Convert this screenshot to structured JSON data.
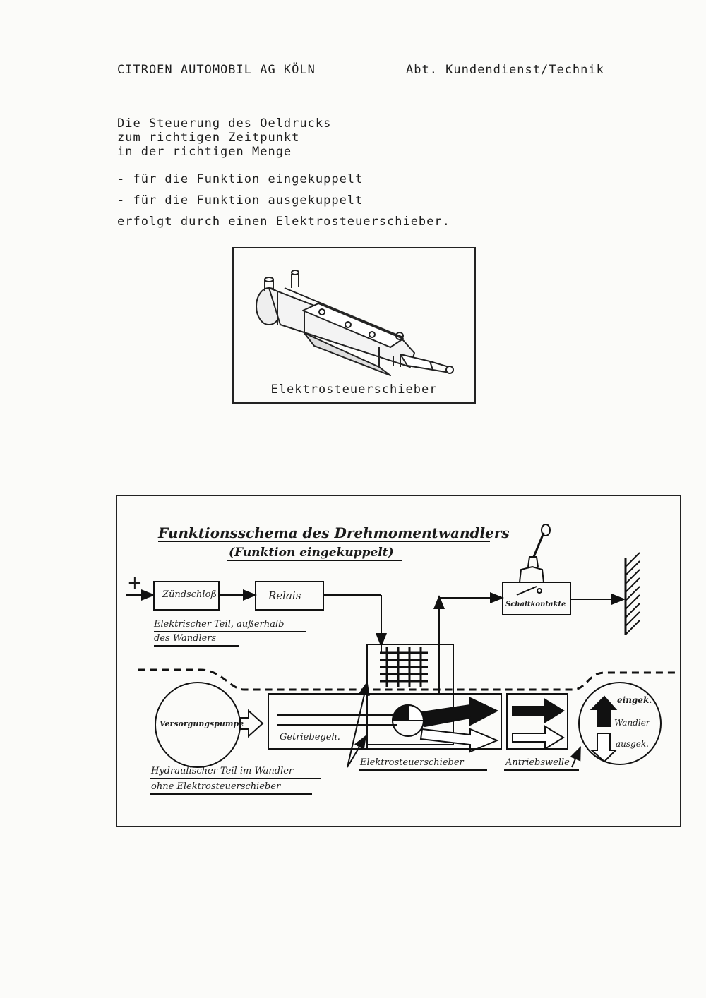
{
  "header": {
    "company": "CITROEN AUTOMOBIL AG KÖLN",
    "department": "Abt. Kundendienst/Technik"
  },
  "intro": {
    "lines": [
      "Die Steuerung des Oeldrucks",
      "zum richtigen Zeitpunkt",
      "in der richtigen Menge"
    ],
    "bullet_1": "- für die Funktion eingekuppelt",
    "bullet_2": "- für die Funktion ausgekuppelt",
    "closing": "erfolgt durch einen Elektrosteuerschieber."
  },
  "figure": {
    "caption": "Elektrosteuerschieber"
  },
  "schema": {
    "title": "Funktionsschema des Drehmomentwandlers",
    "subtitle": "(Funktion eingekuppelt)",
    "plus": "+",
    "ignition": "Zündschloß",
    "relay": "Relais",
    "switch_contacts": "Schaltkontakte",
    "electric_part_line1": "Elektrischer Teil, außerhalb",
    "electric_part_line2": "des Wandlers",
    "pump": "Versorgungspumpe",
    "gear_housing": "Getriebegeh.",
    "valve_label": "Elektrosteuerschieber",
    "output_shaft": "Antriebswelle",
    "hydraulic_line1": "Hydraulischer Teil im Wandler",
    "hydraulic_line2": "ohne Elektrosteuerschieber",
    "legend_engaged": "eingek.",
    "legend_converter": "Wandler",
    "legend_disengaged": "ausgek."
  }
}
